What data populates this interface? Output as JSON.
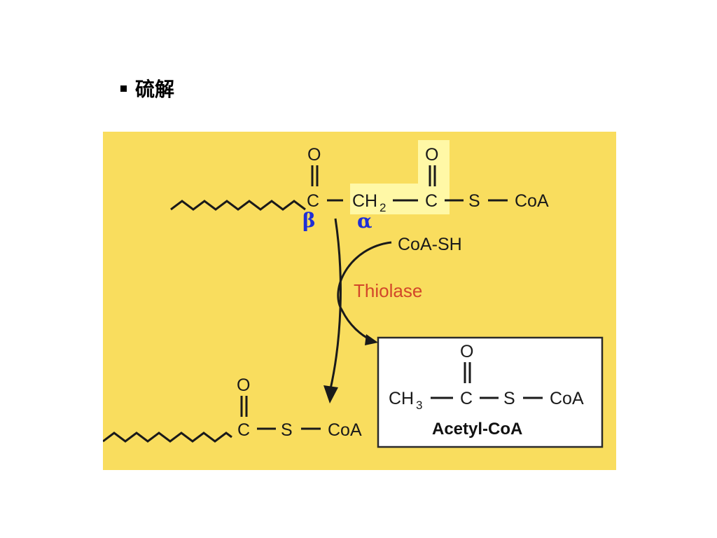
{
  "slide": {
    "title": "硫解"
  },
  "diagram": {
    "background_color": "#f9dd5e",
    "highlight_color": "#fff8a6",
    "substrate": {
      "carbonyl_oxygen_1": "O",
      "carbonyl_oxygen_2": "O",
      "carbon_beta": "C",
      "methylene": "CH",
      "methylene_subscript": "2",
      "carbon_alpha_group": "C",
      "sulfur": "S",
      "coa": "CoA"
    },
    "labels": {
      "beta": "β",
      "alpha": "α"
    },
    "reagent": "CoA-SH",
    "enzyme": "Thiolase",
    "product_acyl": {
      "oxygen": "O",
      "carbon": "C",
      "sulfur": "S",
      "coa": "CoA"
    },
    "product_acetyl": {
      "oxygen": "O",
      "methyl": "CH",
      "methyl_subscript": "3",
      "carbon": "C",
      "sulfur": "S",
      "coa": "CoA",
      "name": "Acetyl-CoA"
    }
  }
}
